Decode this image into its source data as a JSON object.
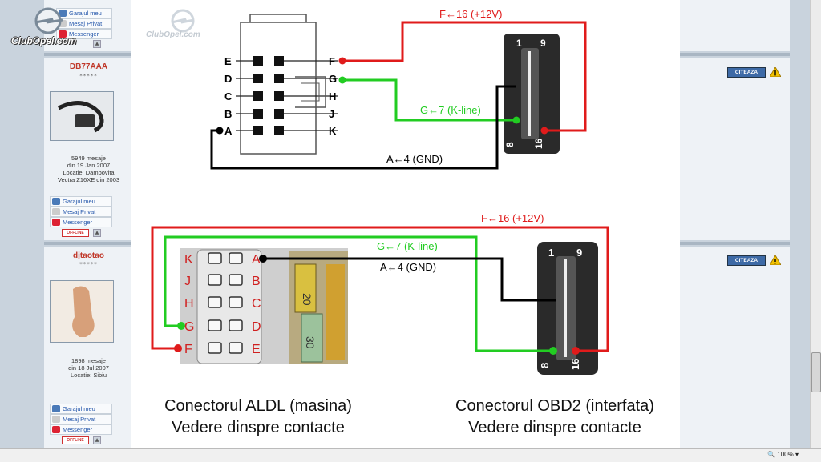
{
  "forum": {
    "links": {
      "garage": "Garajul meu",
      "pm": "Mesaj Privat",
      "messenger": "Messenger"
    },
    "offline_label": "OFFLINE",
    "quote_label": "CITEAZA",
    "users": [
      {
        "name": "DB77AAA",
        "stars": "*****",
        "posts": "5949 mesaje",
        "joined": "din 19 Jan 2007",
        "location": "Locatie: Dambovita",
        "car": "Vectra Z16XE din 2003"
      },
      {
        "name": "djtaotao",
        "stars": "*****",
        "posts": "1898 mesaje",
        "joined": "din 18 Jul 2007",
        "location": "Locatie: Sibiu",
        "car": ""
      }
    ]
  },
  "logo": {
    "text": "ClubOpel.com",
    "watermark": "ClubOpel.com"
  },
  "diagram": {
    "top": {
      "left_pins": [
        "E",
        "D",
        "C",
        "B",
        "A"
      ],
      "right_pins": [
        "F",
        "G",
        "H",
        "J",
        "K"
      ],
      "obd_pins": {
        "p1": "1",
        "p9": "9",
        "p8": "8",
        "p16": "16"
      },
      "wire_f": "F←16 (+12V)",
      "wire_g": "G←7 (K-line)",
      "wire_a": "A←4 (GND)"
    },
    "bottom": {
      "left_pins": [
        "K",
        "J",
        "H",
        "G",
        "F"
      ],
      "right_pins": [
        "A",
        "B",
        "C",
        "D",
        "E"
      ],
      "fuse_a": "20",
      "fuse_b": "30",
      "obd_pins": {
        "p1": "1",
        "p9": "9",
        "p8": "8",
        "p16": "16"
      },
      "wire_f": "F←16 (+12V)",
      "wire_g": "G←7 (K-line)",
      "wire_a": "A←4 (GND)"
    },
    "caption_left": {
      "line1": "Conectorul ALDL (masina)",
      "line2": "Vedere dinspre contacte"
    },
    "caption_right": {
      "line1": "Conectorul OBD2 (interfata)",
      "line2": "Vedere dinspre contacte"
    },
    "colors": {
      "red": "#e01b1b",
      "green": "#22cc22",
      "black": "#000000"
    }
  },
  "statusbar": {
    "zoom": "100%"
  }
}
